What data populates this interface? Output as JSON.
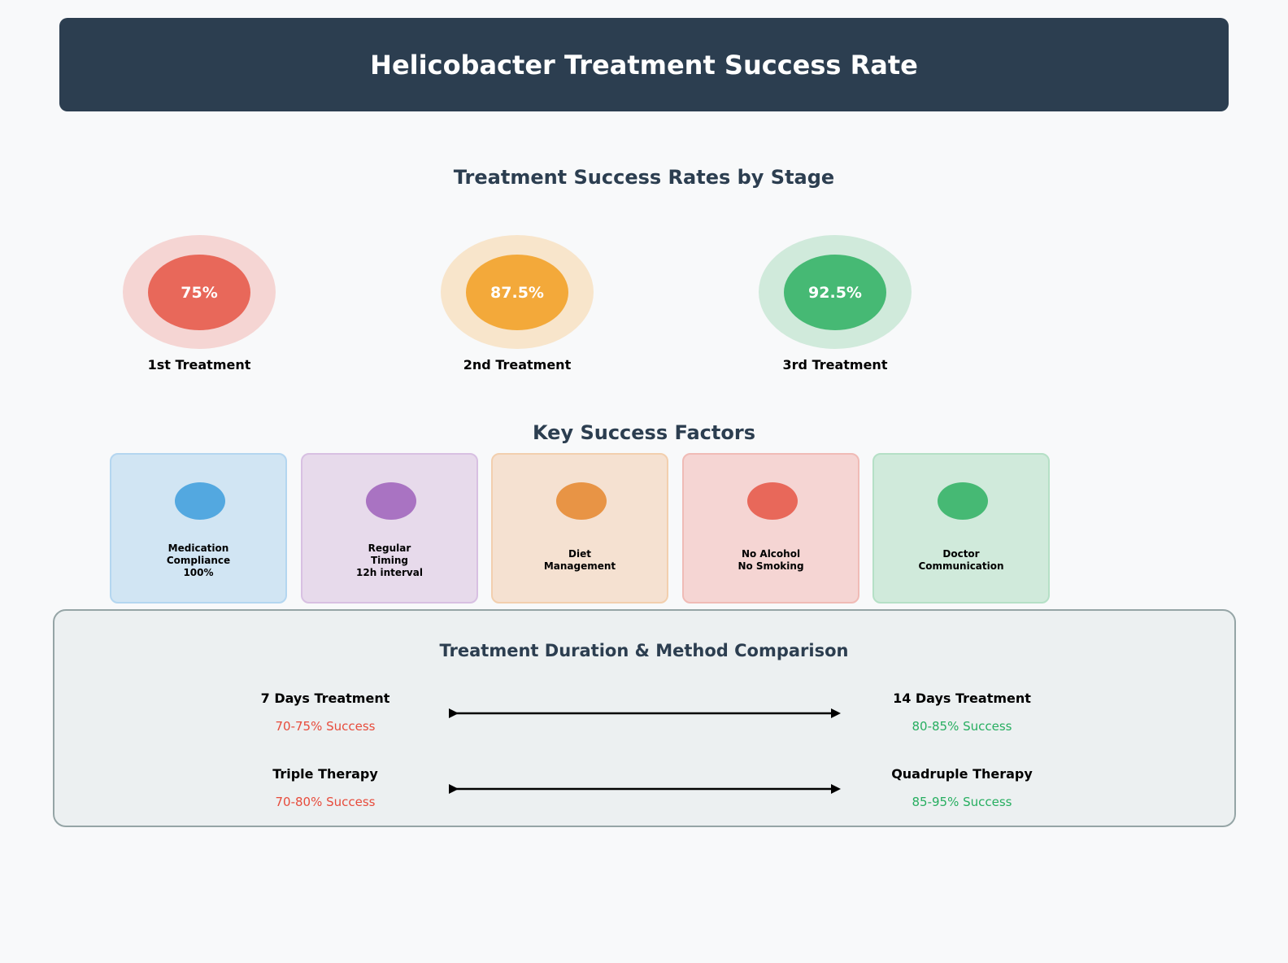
{
  "header": {
    "title": "Helicobacter Treatment Success Rate"
  },
  "stages": {
    "title": "Treatment Success Rates by Stage",
    "items": [
      {
        "value": "75%",
        "label": "1st Treatment",
        "outer_color": "#f5d5d3",
        "inner_color": "#e8685a"
      },
      {
        "value": "87.5%",
        "label": "2nd Treatment",
        "outer_color": "#f8e5cb",
        "inner_color": "#f3a93a"
      },
      {
        "value": "92.5%",
        "label": "3rd Treatment",
        "outer_color": "#d0eadb",
        "inner_color": "#46b974"
      }
    ]
  },
  "factors": {
    "title": "Key Success Factors",
    "items": [
      {
        "text": "Medication\nCompliance\n100%",
        "bg": "#d1e5f3",
        "border": "#b4d6f0",
        "dot": "#53a8e0"
      },
      {
        "text": "Regular\nTiming\n12h interval",
        "bg": "#e7daeb",
        "border": "#d8c0e2",
        "dot": "#a973c2"
      },
      {
        "text": "Diet\nManagement",
        "bg": "#f5e1d1",
        "border": "#f2cfae",
        "dot": "#e89445"
      },
      {
        "text": "No Alcohol\nNo Smoking",
        "bg": "#f5d5d3",
        "border": "#f0bbb6",
        "dot": "#e8685a"
      },
      {
        "text": "Doctor\nCommunication",
        "bg": "#d0eadb",
        "border": "#b5e0c6",
        "dot": "#46b974"
      }
    ]
  },
  "comparison": {
    "title": "Treatment Duration & Method Comparison",
    "rows": [
      {
        "left_title": "7 Days Treatment",
        "left_rate": "70-75% Success",
        "right_title": "14 Days Treatment",
        "right_rate": "80-85% Success"
      },
      {
        "left_title": "Triple Therapy",
        "left_rate": "70-80% Success",
        "right_title": "Quadruple Therapy",
        "right_rate": "85-95% Success"
      }
    ]
  }
}
